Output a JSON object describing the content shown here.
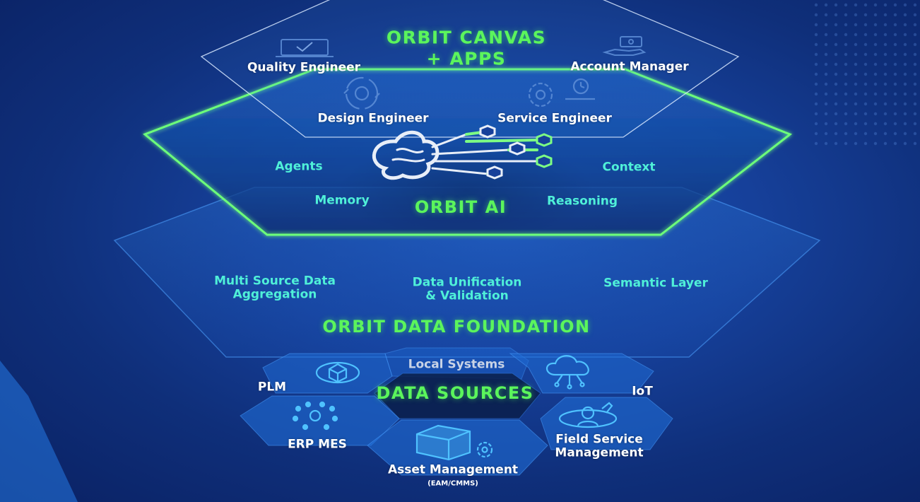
{
  "colors": {
    "background": "#16409a",
    "accent_green": "#5bf55c",
    "accent_cyan": "#4ff0d8",
    "text_white": "#ffffff"
  },
  "layers": {
    "canvas": {
      "title_line1": "ORBIT CANVAS",
      "title_line2": "+ APPS",
      "roles": [
        {
          "label": "Quality Engineer",
          "icon": "laptop-check-icon"
        },
        {
          "label": "Account Manager",
          "icon": "hand-money-icon"
        },
        {
          "label": "Design Engineer",
          "icon": "design-cycle-icon"
        },
        {
          "label": "Service Engineer",
          "icon": "gears-clock-icon"
        }
      ]
    },
    "ai": {
      "title": "ORBIT AI",
      "features": [
        "Agents",
        "Context",
        "Memory",
        "Reasoning"
      ],
      "icon": "brain-circuit-icon"
    },
    "foundation": {
      "title": "ORBIT DATA FOUNDATION",
      "features": [
        {
          "line1": "Multi Source Data",
          "line2": "Aggregation"
        },
        {
          "line1": "Data Unification",
          "line2": "& Validation"
        },
        {
          "line1": "Semantic Layer",
          "line2": ""
        }
      ]
    },
    "sources": {
      "title": "DATA SOURCES",
      "local_systems": "Local Systems",
      "plm": {
        "label": "PLM",
        "icon": "cube-cycle-icon"
      },
      "iot": {
        "label": "IoT",
        "icon": "cloud-network-icon"
      },
      "erp": {
        "label": "ERP MES",
        "icon": "network-nodes-icon"
      },
      "asset": {
        "label": "Asset Management",
        "sub": "(EAM/CMMS)",
        "icon": "box-gear-icon"
      },
      "fsm": {
        "label_line1": "Field Service",
        "label_line2": "Management",
        "icon": "wrench-person-icon"
      }
    }
  }
}
